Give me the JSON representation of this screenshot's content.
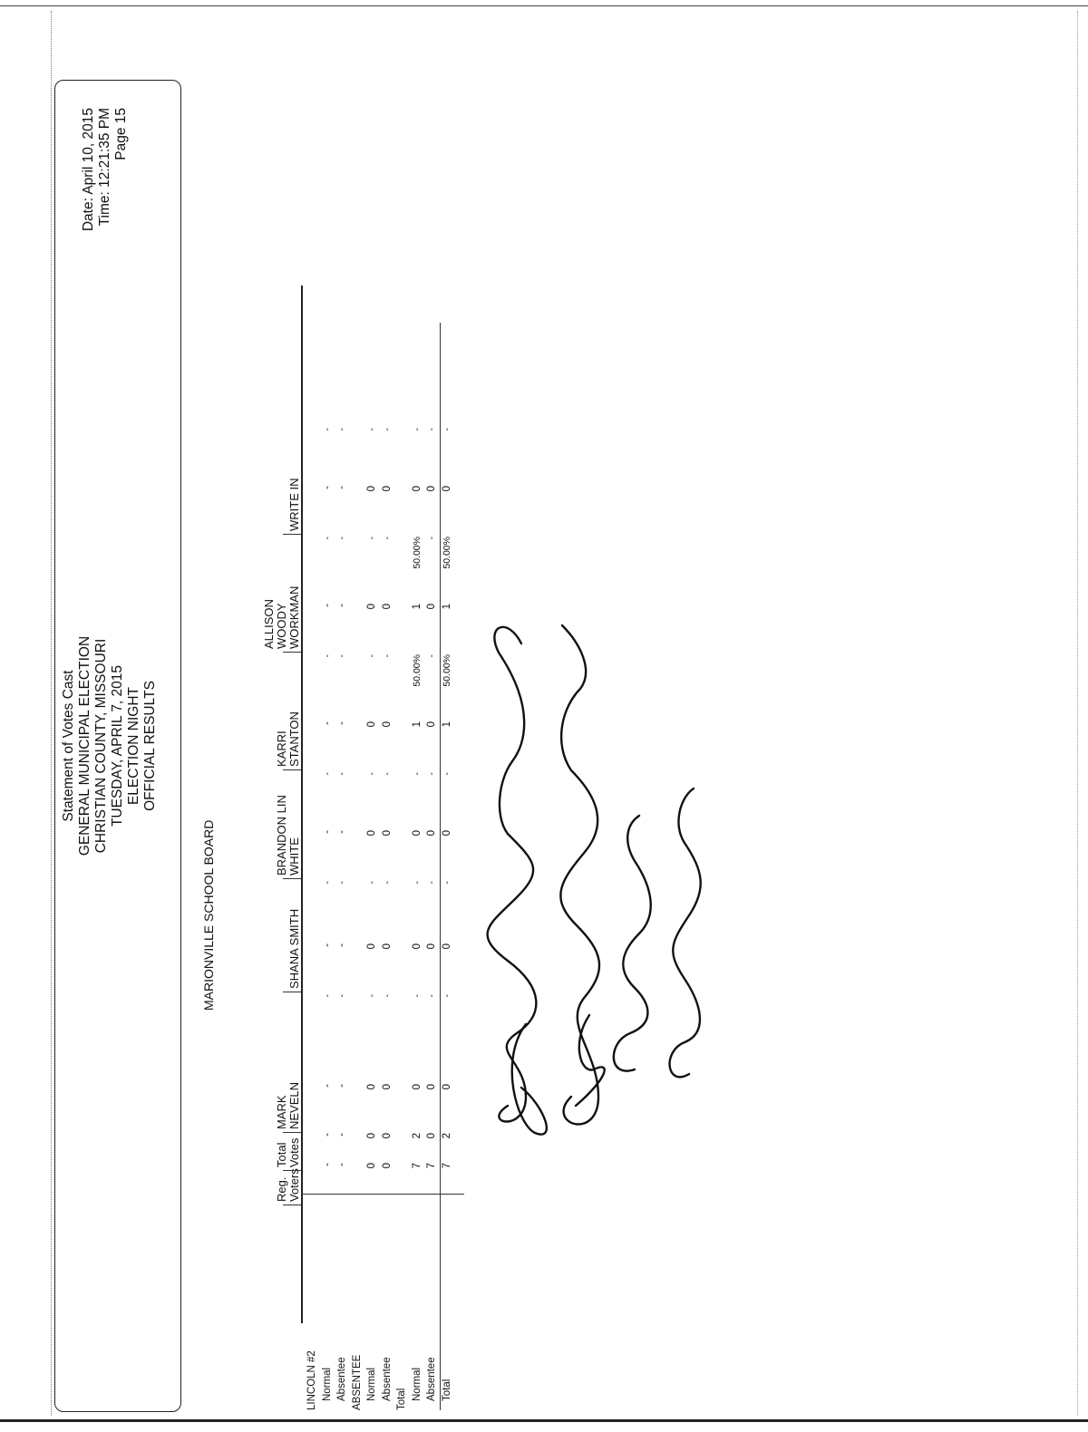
{
  "header": {
    "lines": [
      "Statement of Votes Cast",
      "GENERAL MUNICIPAL ELECTION",
      "CHRISTIAN COUNTY, MISSOURI",
      "TUESDAY, APRIL 7, 2015",
      "ELECTION NIGHT",
      "OFFICIAL RESULTS"
    ],
    "date": "Date: April 10, 2015",
    "time": "Time: 12:21:35 PM",
    "page": "Page 15"
  },
  "contest": "MARIONVILLE SCHOOL BOARD",
  "columns": {
    "reg_voters": [
      "Reg.",
      "Voters"
    ],
    "total_votes": [
      "Total",
      "Votes"
    ],
    "candidates": [
      [
        "MARK",
        "NEVELN"
      ],
      [
        "SHANA SMITH"
      ],
      [
        "BRANDON LIN",
        "WHITE"
      ],
      [
        "KARRI",
        "STANTON"
      ],
      [
        "ALLISON",
        "WOODY",
        "WORKMAN"
      ],
      [
        "WRITE IN"
      ]
    ]
  },
  "rows": [
    {
      "label": "LINCOLN #2",
      "indent": false,
      "reg": "",
      "total": "",
      "c": [
        "",
        "",
        "",
        "",
        "",
        ""
      ],
      "p": [
        "",
        "",
        "",
        "",
        "",
        ""
      ]
    },
    {
      "label": "Normal",
      "indent": true,
      "reg": "-",
      "total": "-",
      "c": [
        "-",
        "-",
        "-",
        "-",
        "-",
        "-"
      ],
      "p": [
        "-",
        "-",
        "-",
        "-",
        "-",
        "-"
      ]
    },
    {
      "label": "Absentee",
      "indent": true,
      "reg": "-",
      "total": "-",
      "c": [
        "-",
        "-",
        "-",
        "-",
        "-",
        "-"
      ],
      "p": [
        "-",
        "-",
        "-",
        "-",
        "-",
        "-"
      ]
    },
    {
      "label": "ABSENTEE",
      "indent": false,
      "reg": "",
      "total": "",
      "c": [
        "",
        "",
        "",
        "",
        "",
        ""
      ],
      "p": [
        "",
        "",
        "",
        "",
        "",
        ""
      ]
    },
    {
      "label": "Normal",
      "indent": true,
      "reg": "0",
      "total": "0",
      "c": [
        "0",
        "0",
        "0",
        "0",
        "0",
        "0"
      ],
      "p": [
        "-",
        "-",
        "-",
        "-",
        "-",
        "-"
      ]
    },
    {
      "label": "Absentee",
      "indent": true,
      "reg": "0",
      "total": "0",
      "c": [
        "0",
        "0",
        "0",
        "0",
        "0",
        "0"
      ],
      "p": [
        "-",
        "-",
        "-",
        "-",
        "-",
        "-"
      ]
    },
    {
      "label": "Total",
      "indent": false,
      "reg": "",
      "total": "",
      "c": [
        "",
        "",
        "",
        "",
        "",
        ""
      ],
      "p": [
        "",
        "",
        "",
        "",
        "",
        ""
      ]
    },
    {
      "label": "Normal",
      "indent": true,
      "reg": "7",
      "total": "2",
      "c": [
        "0",
        "0",
        "0",
        "1",
        "1",
        "0"
      ],
      "p": [
        "-",
        "-",
        "-",
        "50.00%",
        "50.00%",
        "-"
      ]
    },
    {
      "label": "Absentee",
      "indent": true,
      "reg": "7",
      "total": "0",
      "c": [
        "0",
        "0",
        "0",
        "0",
        "0",
        "0"
      ],
      "p": [
        "-",
        "-",
        "-",
        "-",
        "-",
        "-"
      ]
    },
    {
      "label": "Total",
      "indent": true,
      "reg": "7",
      "total": "2",
      "c": [
        "0",
        "0",
        "0",
        "1",
        "1",
        "0"
      ],
      "p": [
        "-",
        "-",
        "-",
        "50.00%",
        "50.00%",
        "-"
      ]
    }
  ],
  "signatures": {
    "description_icon": "handwritten-signatures"
  }
}
